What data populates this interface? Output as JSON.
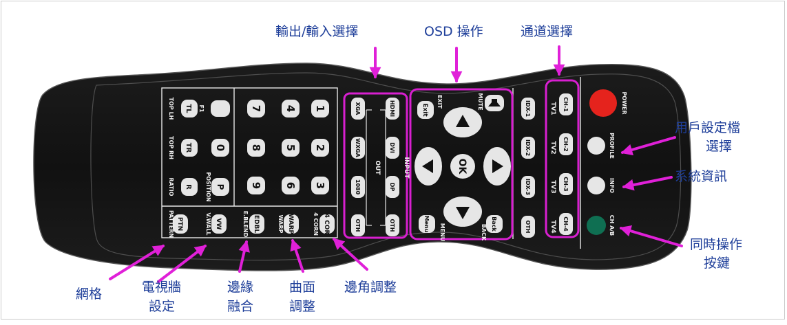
{
  "callouts": {
    "io_select": "輸出/輸入選擇",
    "osd": "OSD 操作",
    "channel": "通道選擇",
    "profile_1": "用戶設定檔",
    "profile_2": "選擇",
    "sysinfo": "系統資訊",
    "simul_1": "同時操作",
    "simul_2": "按鍵",
    "grid": "網格",
    "videowall_1": "電視牆",
    "videowall_2": "設定",
    "blend_1": "邊緣",
    "blend_2": "融合",
    "warp_1": "曲面",
    "warp_2": "調整",
    "corner": "邊角調整"
  },
  "remote": {
    "numpad": [
      "1",
      "2",
      "3",
      "4",
      "5",
      "6",
      "7",
      "8",
      "9",
      "0"
    ],
    "p_key": "P",
    "position": "POSITION",
    "f1": "F1",
    "tl": "TL",
    "tr": "TR",
    "r_key": "R",
    "top_lh": "TOP LH",
    "top_rh": "TOP RH",
    "ratio": "RATIO",
    "ptn": "PTN",
    "pattern": "PATTERN",
    "vw": "VW",
    "vwall": "V.WALL",
    "ebl": "EDBL",
    "eblend": "E.BLEND",
    "warp_key": "WARP",
    "warp": "WARP",
    "cor_key": "4 COR",
    "corn": "4 CORN",
    "input": [
      "HDMI",
      "DVI",
      "DP",
      "OTH"
    ],
    "input_label": "INPUT",
    "output": [
      "XGA",
      "WXGA",
      "1080",
      "OTH"
    ],
    "output_label": "OUT",
    "mute": "MUTE",
    "exit_key": "Exit",
    "exit": "EXIT",
    "ok": "OK",
    "menu_key": "Menu",
    "menu": "MENU",
    "back_key": "Back",
    "back": "BACK",
    "idx": [
      "IDX-1",
      "IDX-2",
      "IDX-3",
      "OTH"
    ],
    "ch": [
      "CH-1",
      "CH-2",
      "CH-3",
      "CH-4"
    ],
    "tv": [
      "TV1",
      "TV2",
      "TV3",
      "TV4"
    ],
    "power": "POWER",
    "profile": "PROFILE",
    "info": "INFO",
    "chab": "CH A/B"
  },
  "colors": {
    "callout_text": "#1f3f9a",
    "arrow": "#e020d8",
    "highlight": "#d81fd0",
    "remote_body": "#161616",
    "remote_edge": "#6a6a6a",
    "key_fill": "#e6e6e6",
    "key_text": "#111111",
    "print_text": "#f0f0f0",
    "power": "#e5231d",
    "chab": "#0f6f52"
  }
}
